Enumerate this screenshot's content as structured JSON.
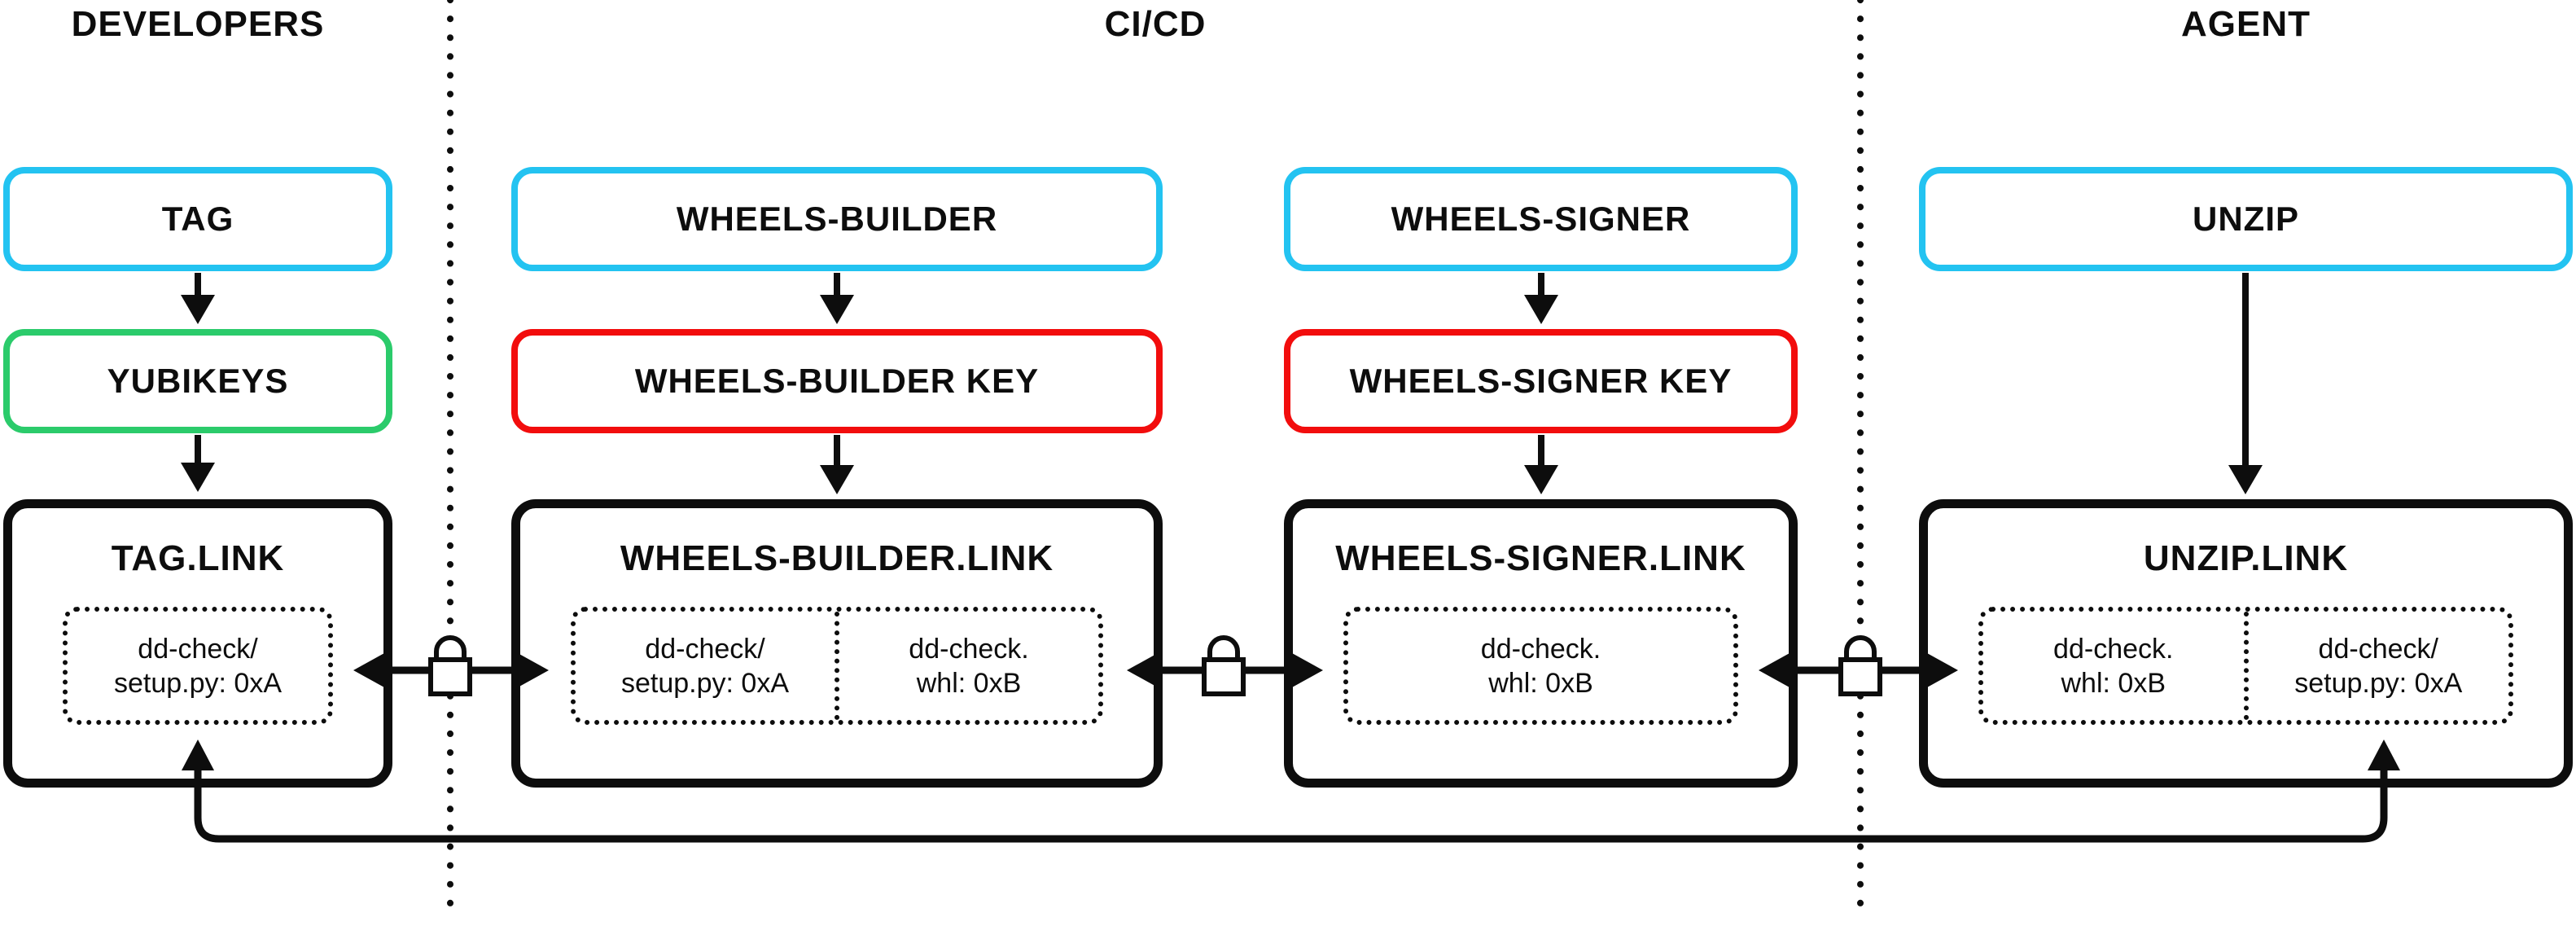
{
  "diagram": {
    "headers": {
      "developers": "DEVELOPERS",
      "cicd": "CI/CD",
      "agent": "AGENT"
    },
    "colors": {
      "step_border": "#23c3f1",
      "yubikey_border": "#2bcb6b",
      "key_border": "#f20d0d",
      "ink": "#0d0d0d"
    },
    "icons": {
      "lock": "padlock-icon",
      "divider": "dotted-vertical-line"
    },
    "columns": [
      {
        "section": "DEVELOPERS",
        "step": "TAG",
        "key": "YUBIKEYS",
        "link_title": "TAG.LINK",
        "artifacts": [
          {
            "line1": "dd-check/",
            "line2": "setup.py: 0xA"
          }
        ]
      },
      {
        "section": "CI/CD",
        "step": "WHEELS-BUILDER",
        "key": "WHEELS-BUILDER KEY",
        "link_title": "WHEELS-BUILDER.LINK",
        "artifacts": [
          {
            "line1": "dd-check/",
            "line2": "setup.py: 0xA"
          },
          {
            "line1": "dd-check.",
            "line2": "whl: 0xB"
          }
        ]
      },
      {
        "section": "CI/CD",
        "step": "WHEELS-SIGNER",
        "key": "WHEELS-SIGNER KEY",
        "link_title": "WHEELS-SIGNER.LINK",
        "artifacts": [
          {
            "line1": "dd-check.",
            "line2": "whl: 0xB"
          }
        ]
      },
      {
        "section": "AGENT",
        "step": "UNZIP",
        "link_title": "UNZIP.LINK",
        "artifacts": [
          {
            "line1": "dd-check.",
            "line2": "whl: 0xB"
          },
          {
            "line1": "dd-check/",
            "line2": "setup.py: 0xA"
          }
        ]
      }
    ]
  }
}
